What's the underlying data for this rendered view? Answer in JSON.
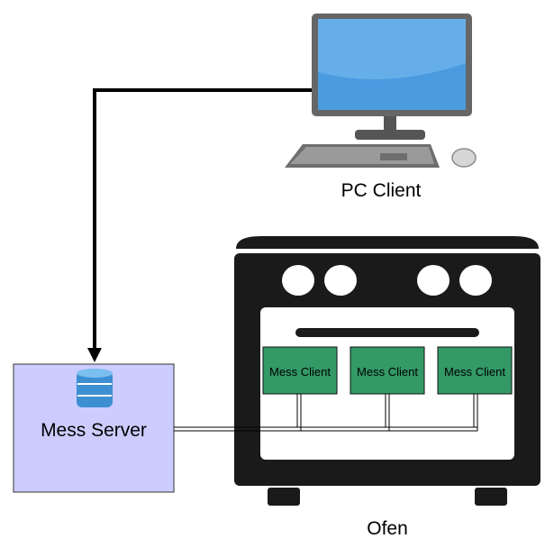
{
  "pc_client": {
    "label": "PC Client"
  },
  "mess_server": {
    "label": "Mess Server"
  },
  "oven": {
    "label": "Ofen"
  },
  "mess_clients": [
    {
      "label": "Mess Client"
    },
    {
      "label": "Mess Client"
    },
    {
      "label": "Mess Client"
    }
  ],
  "colors": {
    "server_fill": "#ccccff",
    "client_fill": "#339966",
    "oven_body": "#1a1a1a",
    "monitor_screen": "#4a9be0",
    "database": "#3d8fd1"
  }
}
